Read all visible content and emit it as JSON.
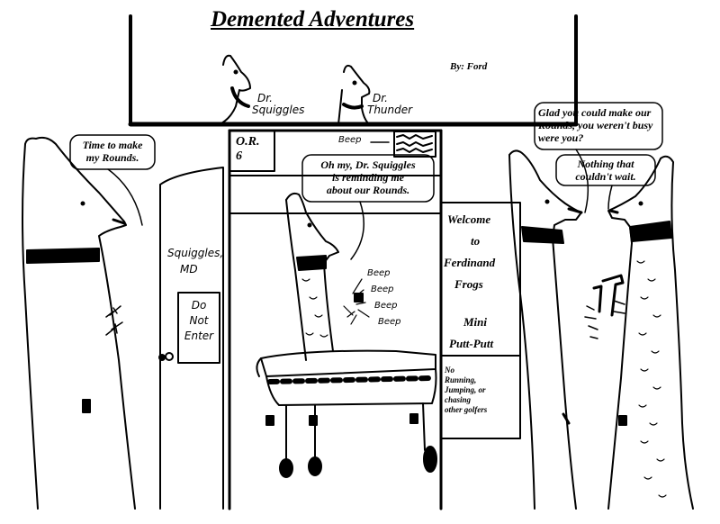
{
  "comic": {
    "title": "Demented Adventures",
    "byline": "By: Ford",
    "labels": {
      "dr_squiggles": [
        "Dr.",
        "Squiggles"
      ],
      "dr_thunder": [
        "Dr.",
        "Thunder"
      ]
    },
    "or_sign": [
      "O.R.",
      "6"
    ],
    "beep_monitor": "Beep",
    "beeps": [
      "Beep",
      "Beep",
      "Beep",
      "Beep"
    ],
    "door_nameplate": [
      "Squiggles,",
      "MD"
    ],
    "door_sign": [
      "Do",
      "Not",
      "Enter"
    ],
    "bubbles": {
      "rounds": [
        "Time to make",
        "my Rounds."
      ],
      "reminding": [
        "Oh my, Dr. Squiggles",
        "is reminding me",
        "about our Rounds."
      ],
      "glad": [
        "Glad you could make our",
        "Rounds, you weren't busy",
        "were you?"
      ],
      "nothing": [
        "Nothing that",
        "couldn't wait."
      ]
    },
    "putt_sign": {
      "lines": [
        "Welcome",
        "to",
        "Ferdinand",
        "Frogs",
        "Mini",
        "Putt-Putt"
      ],
      "rules": [
        "No",
        "Running,",
        "Jumping, or",
        "chasing",
        "other golfers"
      ]
    },
    "colors": {
      "ink": "#000000",
      "paper": "#ffffff"
    }
  }
}
